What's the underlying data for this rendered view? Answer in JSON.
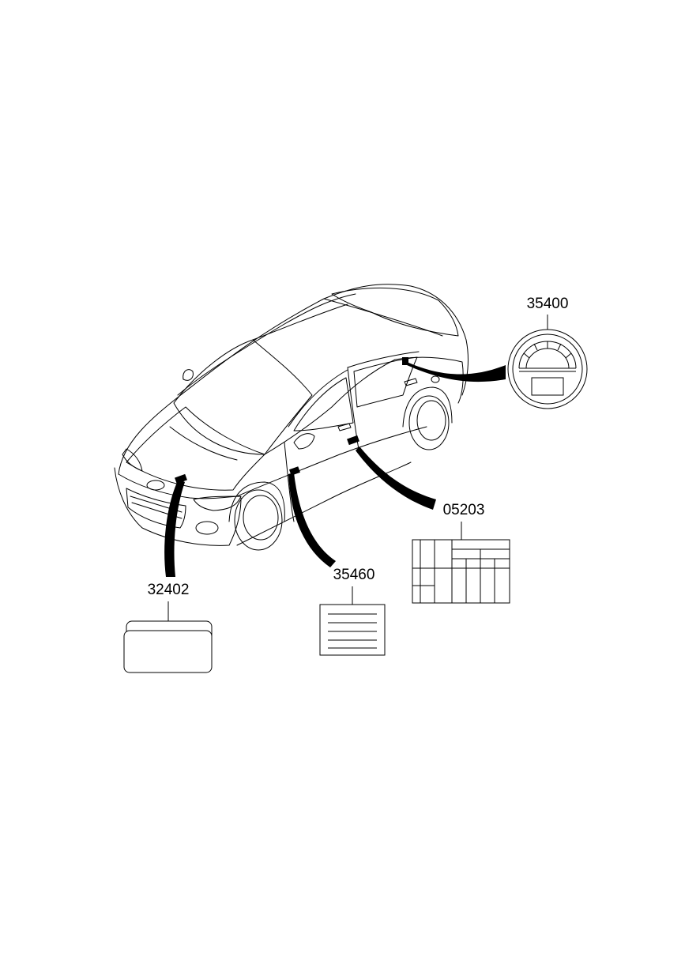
{
  "parts": {
    "p35400": "35400",
    "p05203": "05203",
    "p35460": "35460",
    "p32402": "32402"
  }
}
